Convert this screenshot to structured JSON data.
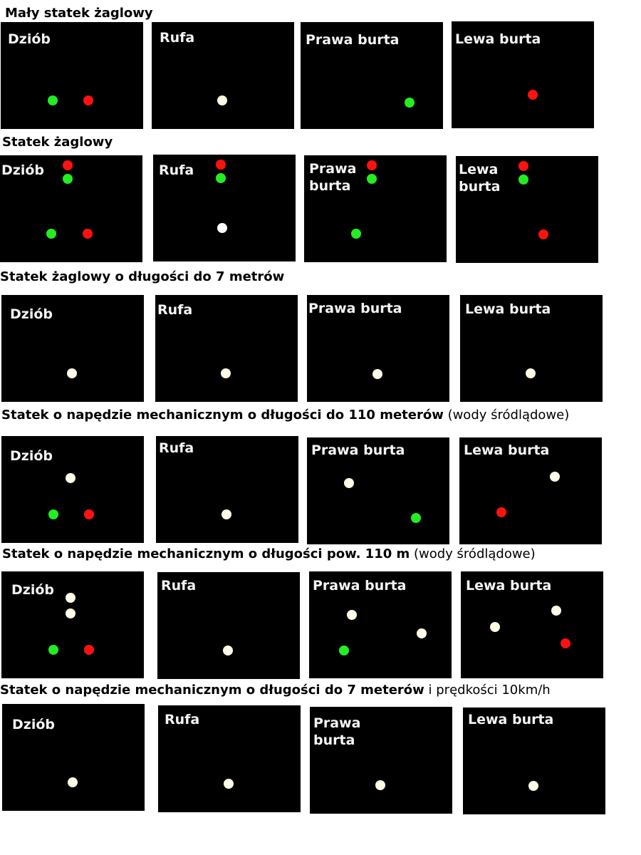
{
  "colors": {
    "white": "#fffbe6",
    "bright_white": "#ffffff",
    "green": "#22ee22",
    "red": "#ff1111"
  },
  "sections": [
    {
      "title": "Mały statek żaglowy",
      "note": "",
      "panels": [
        {
          "label": "Dziób",
          "lights": [
            "green",
            "red"
          ]
        },
        {
          "label": "Rufa",
          "lights": [
            "white"
          ]
        },
        {
          "label": "Prawa burta",
          "lights": [
            "green"
          ]
        },
        {
          "label": "Lewa burta",
          "lights": [
            "red"
          ]
        }
      ]
    },
    {
      "title": "Statek żaglowy",
      "note": "",
      "panels": [
        {
          "label": "Dziób",
          "lights": [
            "red",
            "green",
            "green",
            "red"
          ]
        },
        {
          "label": "Rufa",
          "lights": [
            "red",
            "green",
            "bright_white"
          ]
        },
        {
          "label": "Prawa\nburta",
          "lights": [
            "red",
            "green",
            "green"
          ]
        },
        {
          "label": "Lewa\nburta",
          "lights": [
            "red",
            "green",
            "red"
          ]
        }
      ]
    },
    {
      "title": "Statek żaglowy o długości do 7 metrów",
      "note": "",
      "panels": [
        {
          "label": "Dziób",
          "lights": [
            "white"
          ]
        },
        {
          "label": "Rufa",
          "lights": [
            "white"
          ]
        },
        {
          "label": "Prawa burta",
          "lights": [
            "white"
          ]
        },
        {
          "label": "Lewa burta",
          "lights": [
            "white"
          ]
        }
      ]
    },
    {
      "title": "Statek o napędzie mechanicznym o długości do 110 meterów",
      "note": " (wody śródlądowe)",
      "panels": [
        {
          "label": "Dziób",
          "lights": [
            "white",
            "green",
            "red"
          ]
        },
        {
          "label": "Rufa",
          "lights": [
            "white"
          ]
        },
        {
          "label": "Prawa burta",
          "lights": [
            "white",
            "green"
          ]
        },
        {
          "label": "Lewa burta",
          "lights": [
            "white",
            "red"
          ]
        }
      ]
    },
    {
      "title": "Statek o napędzie mechanicznym o długości pow. 110 m",
      "note": " (wody śródlądowe)",
      "panels": [
        {
          "label": "Dziób",
          "lights": [
            "white",
            "white",
            "green",
            "red"
          ]
        },
        {
          "label": "Rufa",
          "lights": [
            "white"
          ]
        },
        {
          "label": "Prawa burta",
          "lights": [
            "white",
            "white",
            "green"
          ]
        },
        {
          "label": "Lewa burta",
          "lights": [
            "white",
            "white",
            "red"
          ]
        }
      ]
    },
    {
      "title": "Statek o napędzie mechanicznym o długości do 7 meterów",
      "note": " i prędkości 10km/h",
      "panels": [
        {
          "label": "Dziób",
          "lights": [
            "white"
          ]
        },
        {
          "label": "Rufa",
          "lights": [
            "white"
          ]
        },
        {
          "label": "Prawa\nburta",
          "lights": [
            "white"
          ]
        },
        {
          "label": "Lewa burta",
          "lights": [
            "white"
          ]
        }
      ]
    }
  ]
}
